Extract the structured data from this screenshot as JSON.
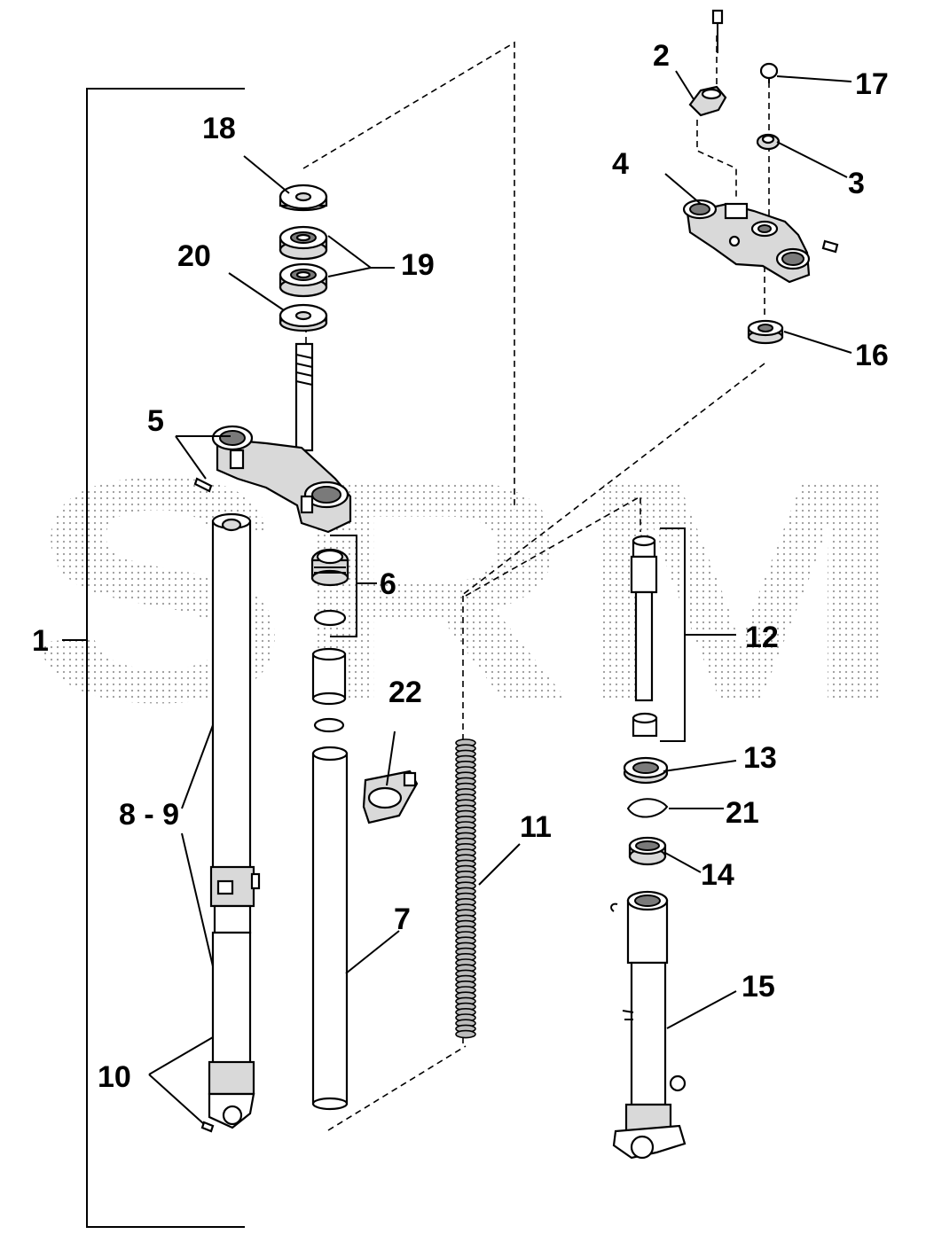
{
  "diagram": {
    "watermark": "SRM",
    "callouts": [
      "1",
      "2",
      "3",
      "4",
      "5",
      "6",
      "7",
      "8 - 9",
      "10",
      "11",
      "12",
      "13",
      "14",
      "15",
      "16",
      "17",
      "18",
      "19",
      "20",
      "21",
      "22"
    ]
  }
}
